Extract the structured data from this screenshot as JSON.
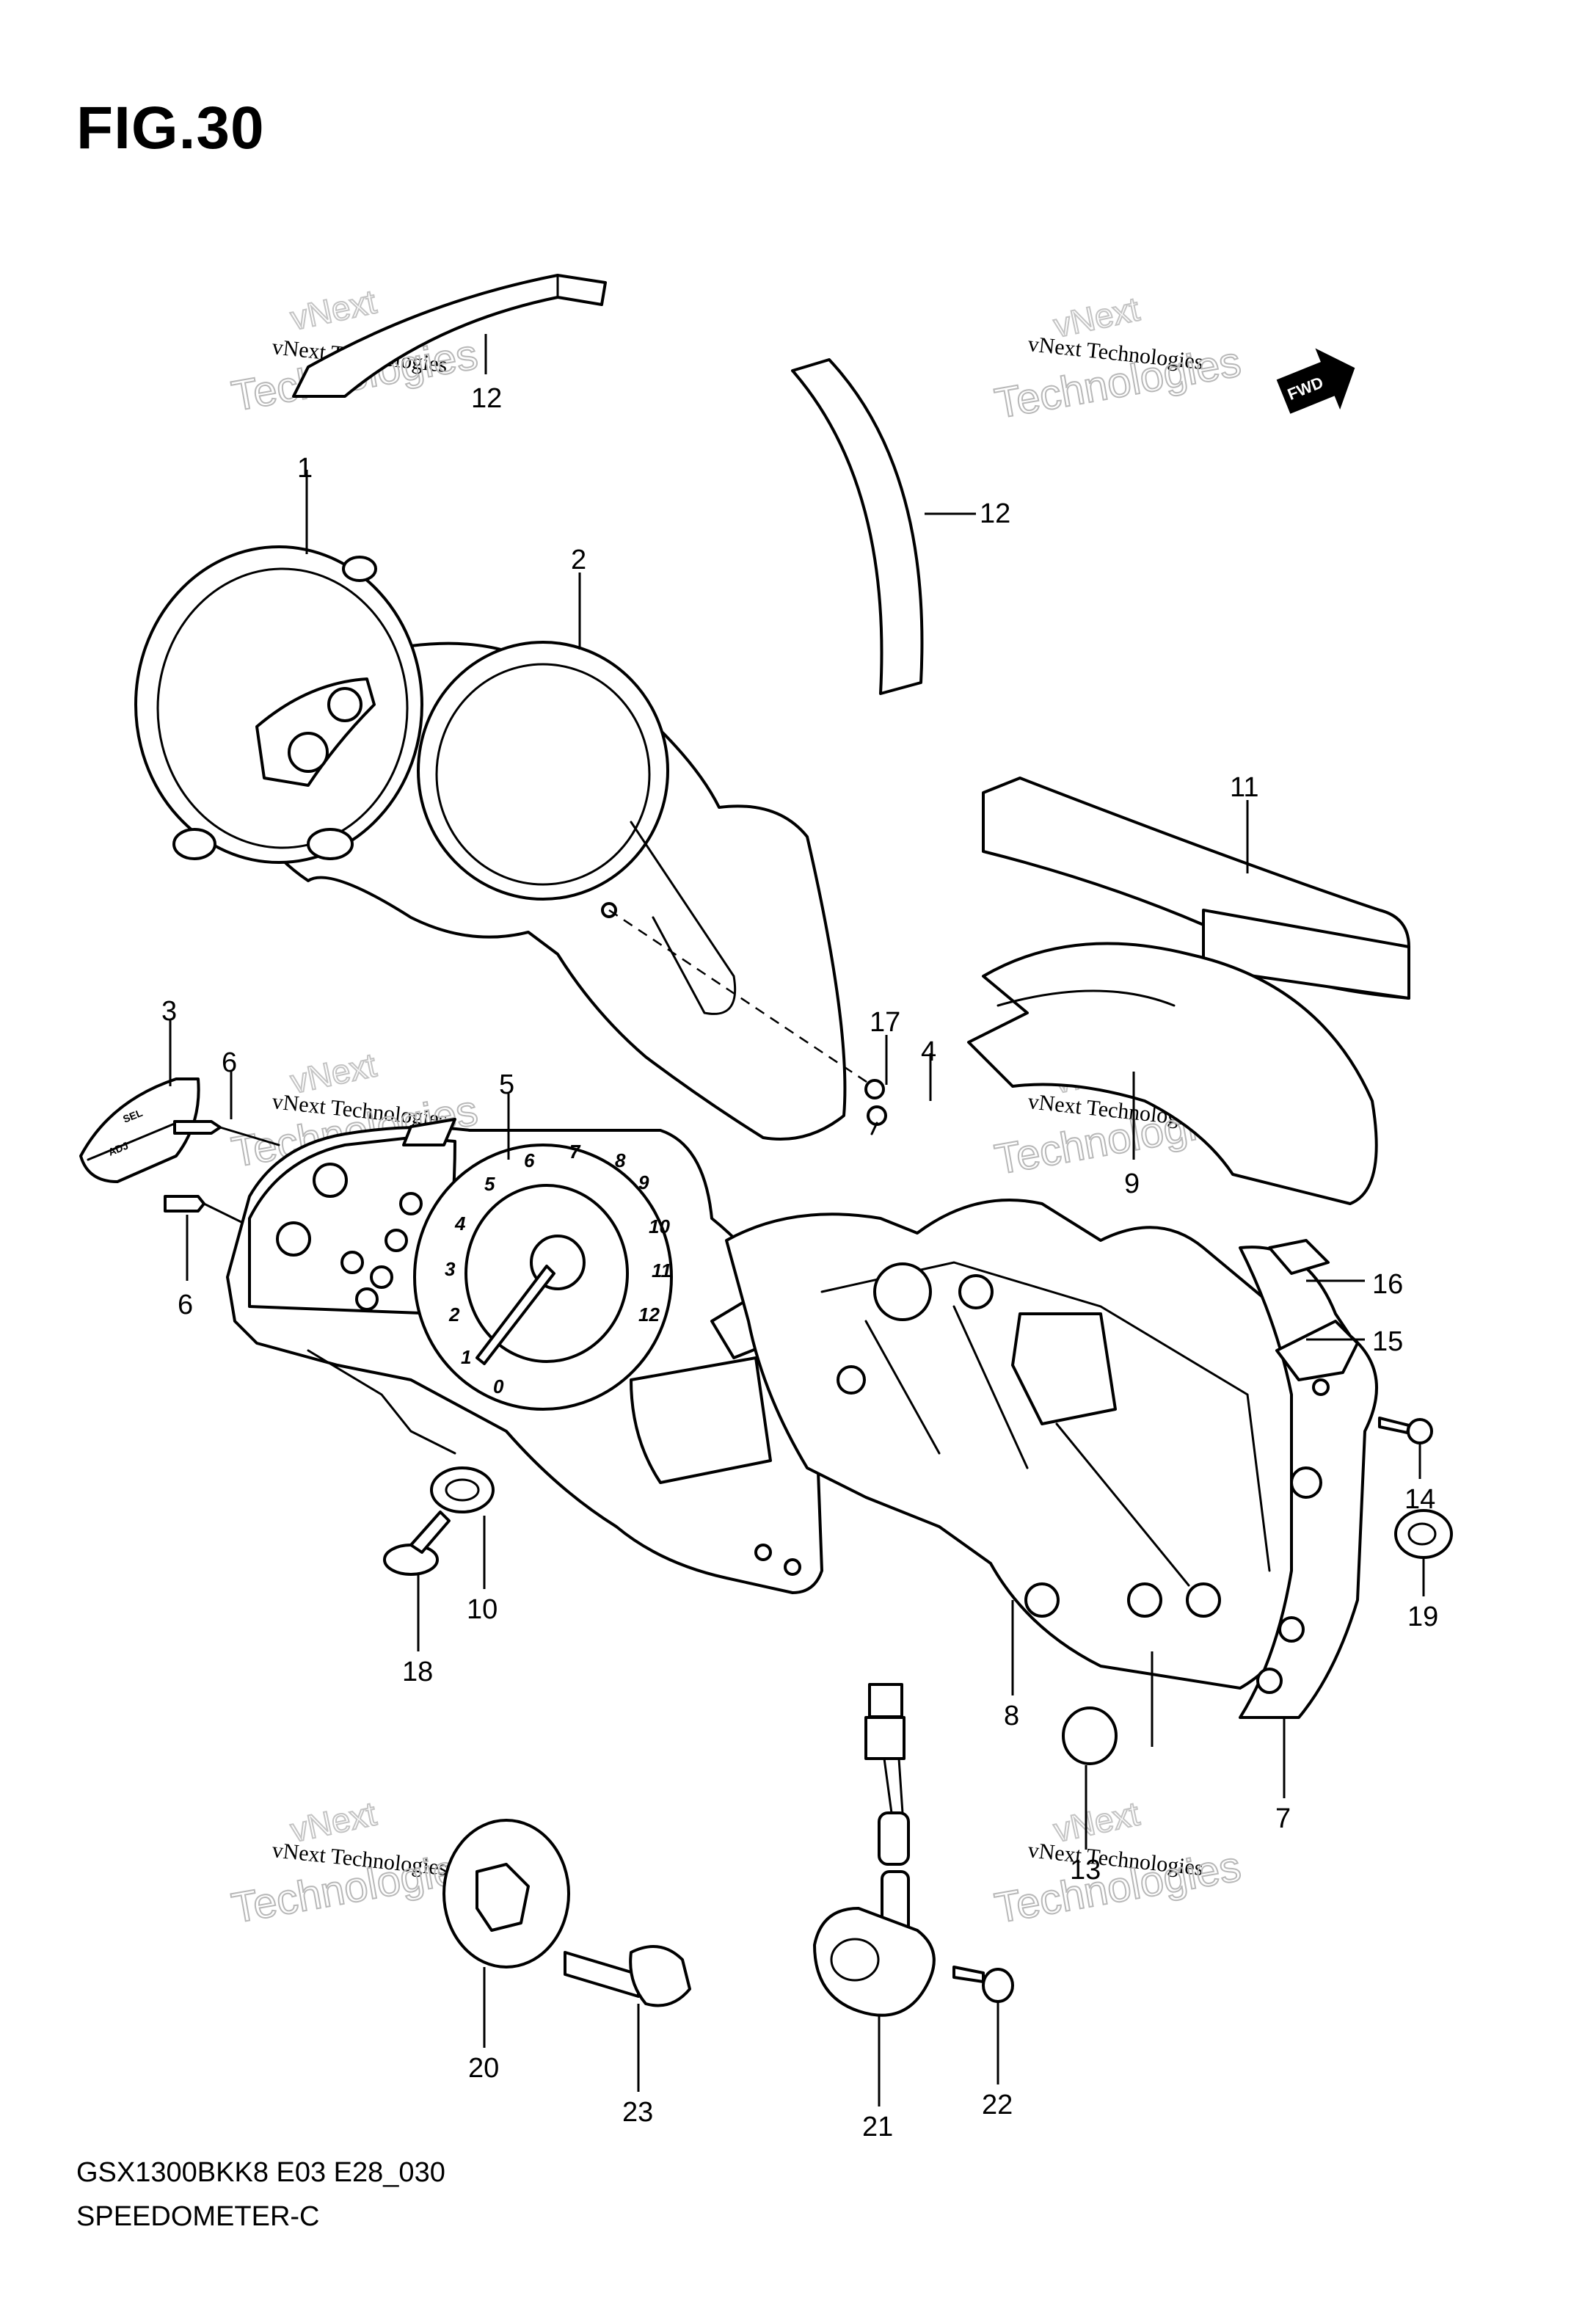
{
  "figure": {
    "title": "FIG.30"
  },
  "footer": {
    "model_code": "GSX1300BKK8 E03 E28_030",
    "section_name": "SPEEDOMETER-C"
  },
  "watermark": {
    "line1": "vNext",
    "line2": "vNext Technologies",
    "line3": "Technologies"
  },
  "direction_badge": {
    "text": "FWD"
  },
  "callouts": [
    "1",
    "2",
    "3",
    "4",
    "5",
    "6",
    "6",
    "7",
    "8",
    "9",
    "10",
    "11",
    "12",
    "12",
    "13",
    "14",
    "15",
    "16",
    "17",
    "18",
    "19",
    "20",
    "21",
    "22",
    "23"
  ],
  "dial_numbers": [
    "0",
    "1",
    "2",
    "3",
    "4",
    "5",
    "6",
    "7",
    "8",
    "9",
    "10",
    "11",
    "12"
  ],
  "button_labels": {
    "top": "SEL",
    "bottom": "ADJ"
  }
}
